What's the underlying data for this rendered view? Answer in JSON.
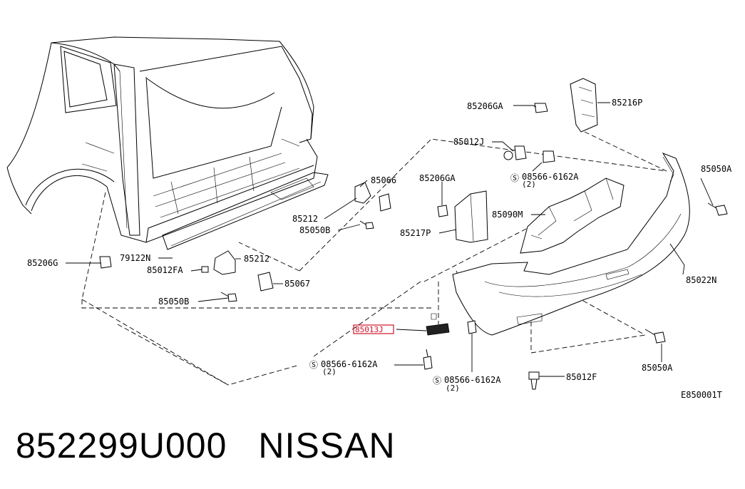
{
  "labels": {
    "l85206GA_top": "85206GA",
    "l85216P": "85216P",
    "l85012J_top": "85012J",
    "l08566_top": "08566-6162A",
    "l08566_top_qty": "(2)",
    "l85050A_top": "85050A",
    "l85066": "85066",
    "l85206GA_mid": "85206GA",
    "l85212_upper": "85212",
    "l85050B_upper": "85050B",
    "l85090M": "85090M",
    "l85217P": "85217P",
    "l85206G": "85206G",
    "l79122N": "79122N",
    "l85212_lower": "85212",
    "l85012FA": "85012FA",
    "l85067": "85067",
    "l85022N": "85022N",
    "l85050B_lower": "85050B",
    "l85013J": "85013J",
    "l08566_left": "08566-6162A",
    "l08566_left_qty": "(2)",
    "l08566_mid": "08566-6162A",
    "l08566_mid_qty": "(2)",
    "l85012F": "85012F",
    "l85050A_bottom": "85050A",
    "code": "E850001T"
  },
  "caption": {
    "part_number": "852299U000",
    "brand": "NISSAN"
  },
  "colors": {
    "highlight": "#d0142c",
    "ink": "#000000"
  }
}
